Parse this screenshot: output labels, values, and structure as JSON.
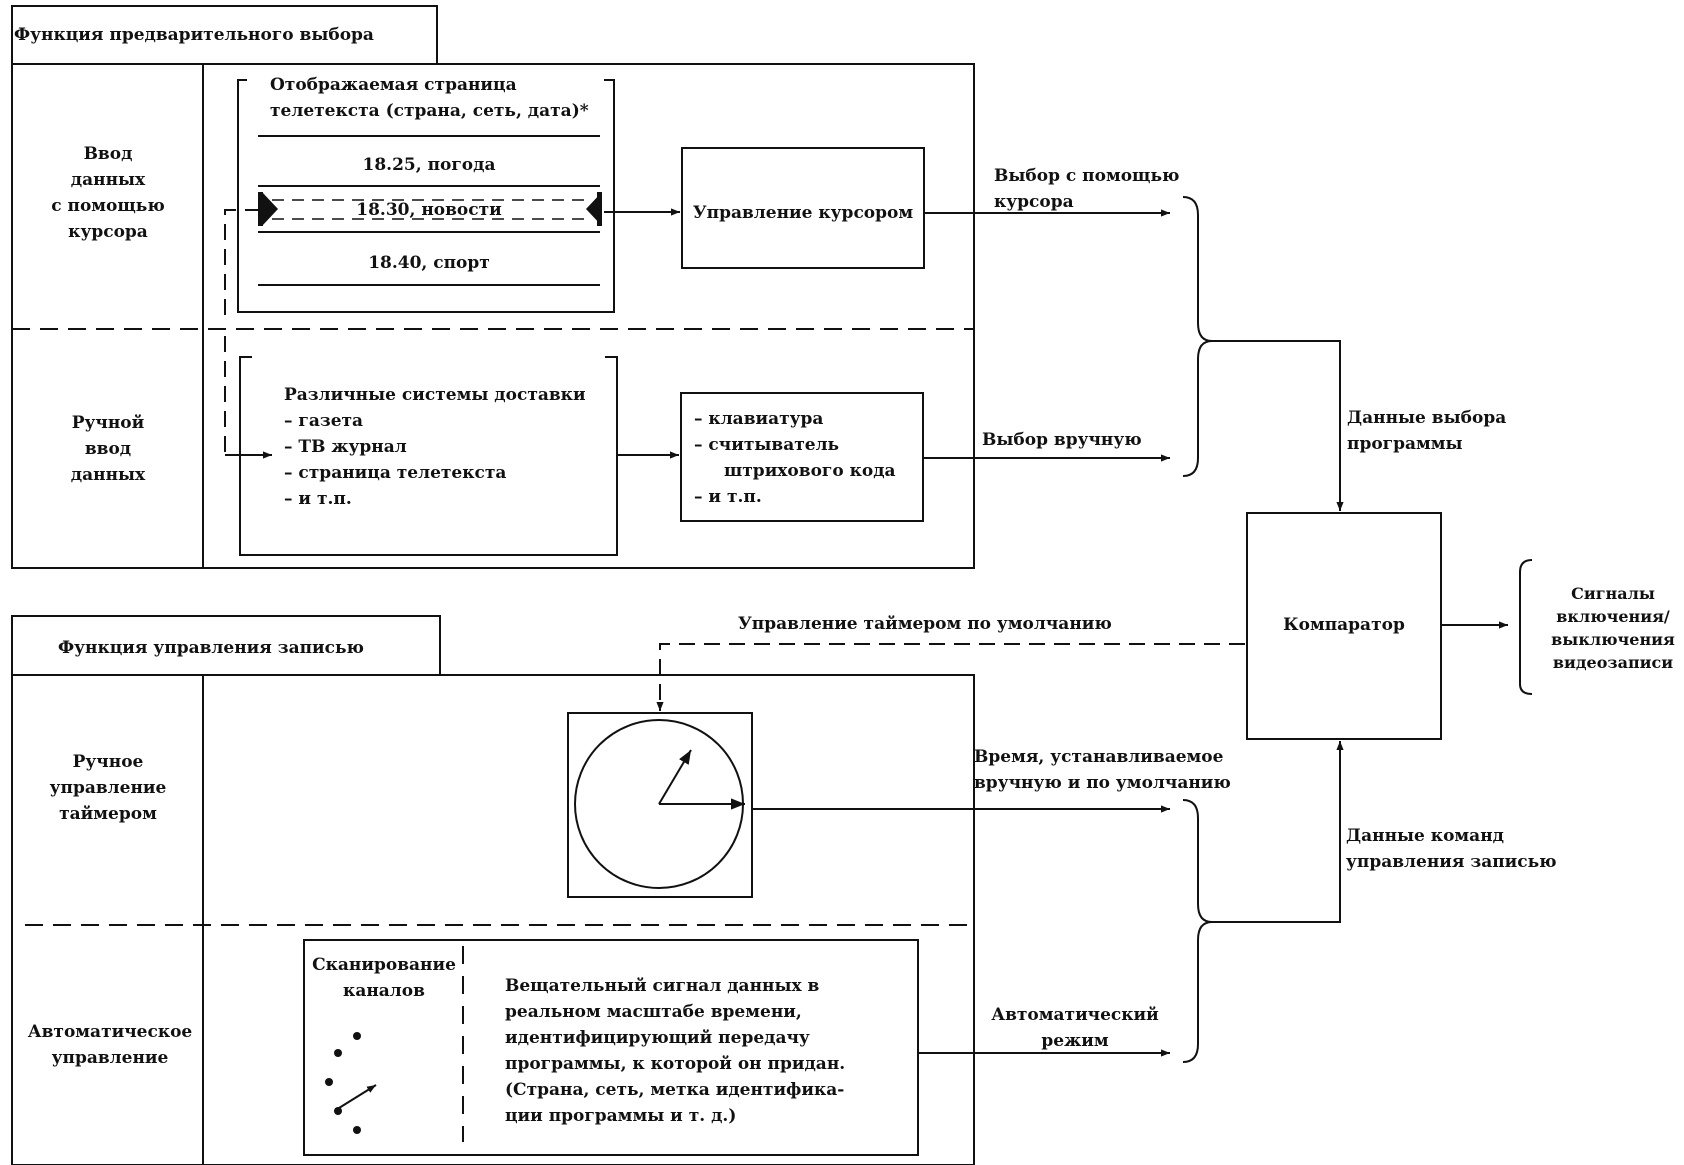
{
  "section1": {
    "title": "Функция предварительного выбора",
    "row_cursor": {
      "label": [
        "Ввод",
        "данных",
        "с помощью",
        "курсора"
      ]
    },
    "row_manual": {
      "label": [
        "Ручной",
        "ввод",
        "данных"
      ]
    }
  },
  "teletext": {
    "caption": [
      "Отображаемая страница",
      "телетекста (страна, сеть, дата)*"
    ],
    "items": [
      "18.25, погода",
      "18.30, новости",
      "18.40, спорт"
    ]
  },
  "cursor_box": {
    "label": "Управление курсором"
  },
  "delivery": {
    "title": "Различные системы доставки",
    "items": [
      "– газета",
      "– ТВ журнал",
      "– страница телетекста",
      "– и т.п."
    ]
  },
  "input_devices": {
    "items": [
      "– клавиатура",
      "– считыватель",
      "штрихового кода",
      "– и т.п."
    ]
  },
  "arrows": {
    "cursor_selection": [
      "Выбор с помощью",
      "курсора"
    ],
    "manual_selection": "Выбор вручную",
    "program_data": [
      "Данные выбора",
      "программы"
    ],
    "default_timer": "Управление таймером по умолчанию",
    "manual_time": [
      "Время, устанавливаемое",
      "вручную и по умолчанию"
    ],
    "record_commands": [
      "Данные команд",
      "управления записью"
    ],
    "automatic_mode": [
      "Автоматический",
      "режим"
    ]
  },
  "comparator": {
    "label": "Компаратор"
  },
  "output": {
    "label": [
      "Сигналы",
      "включения/",
      "выключения",
      "видеозаписи"
    ]
  },
  "section2": {
    "title": "Функция управления записью",
    "row_timer": {
      "label": [
        "Ручное",
        "управление",
        "таймером"
      ]
    },
    "row_auto": {
      "label": [
        "Автоматическое",
        "управление"
      ]
    }
  },
  "scan": {
    "label": [
      "Сканирование",
      "каналов"
    ],
    "text": [
      "Вещательный сигнал данных в",
      "реальном масштабе времени,",
      "идентифицирующий передачу",
      "программы, к которой он придан.",
      "(Страна, сеть, метка идентифика-",
      "ции программы и т. д.)"
    ]
  }
}
